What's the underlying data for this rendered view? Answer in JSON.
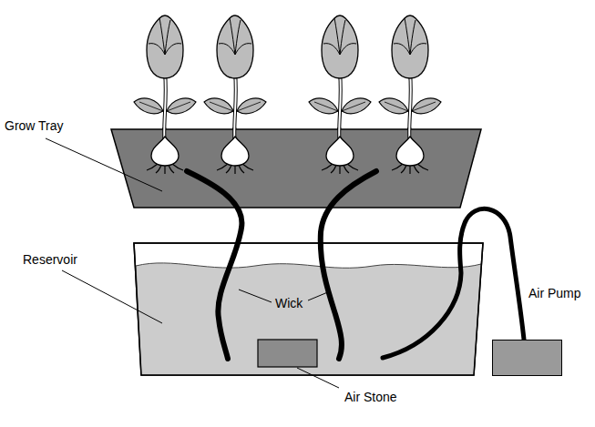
{
  "diagram": {
    "nodes": [
      {
        "text": [
          "Air Pump"
        ]
      }
    ],
    "labels": [
      "Grow Tray",
      "Reservoir",
      "Wick",
      "Air Stone"
    ]
  }
}
